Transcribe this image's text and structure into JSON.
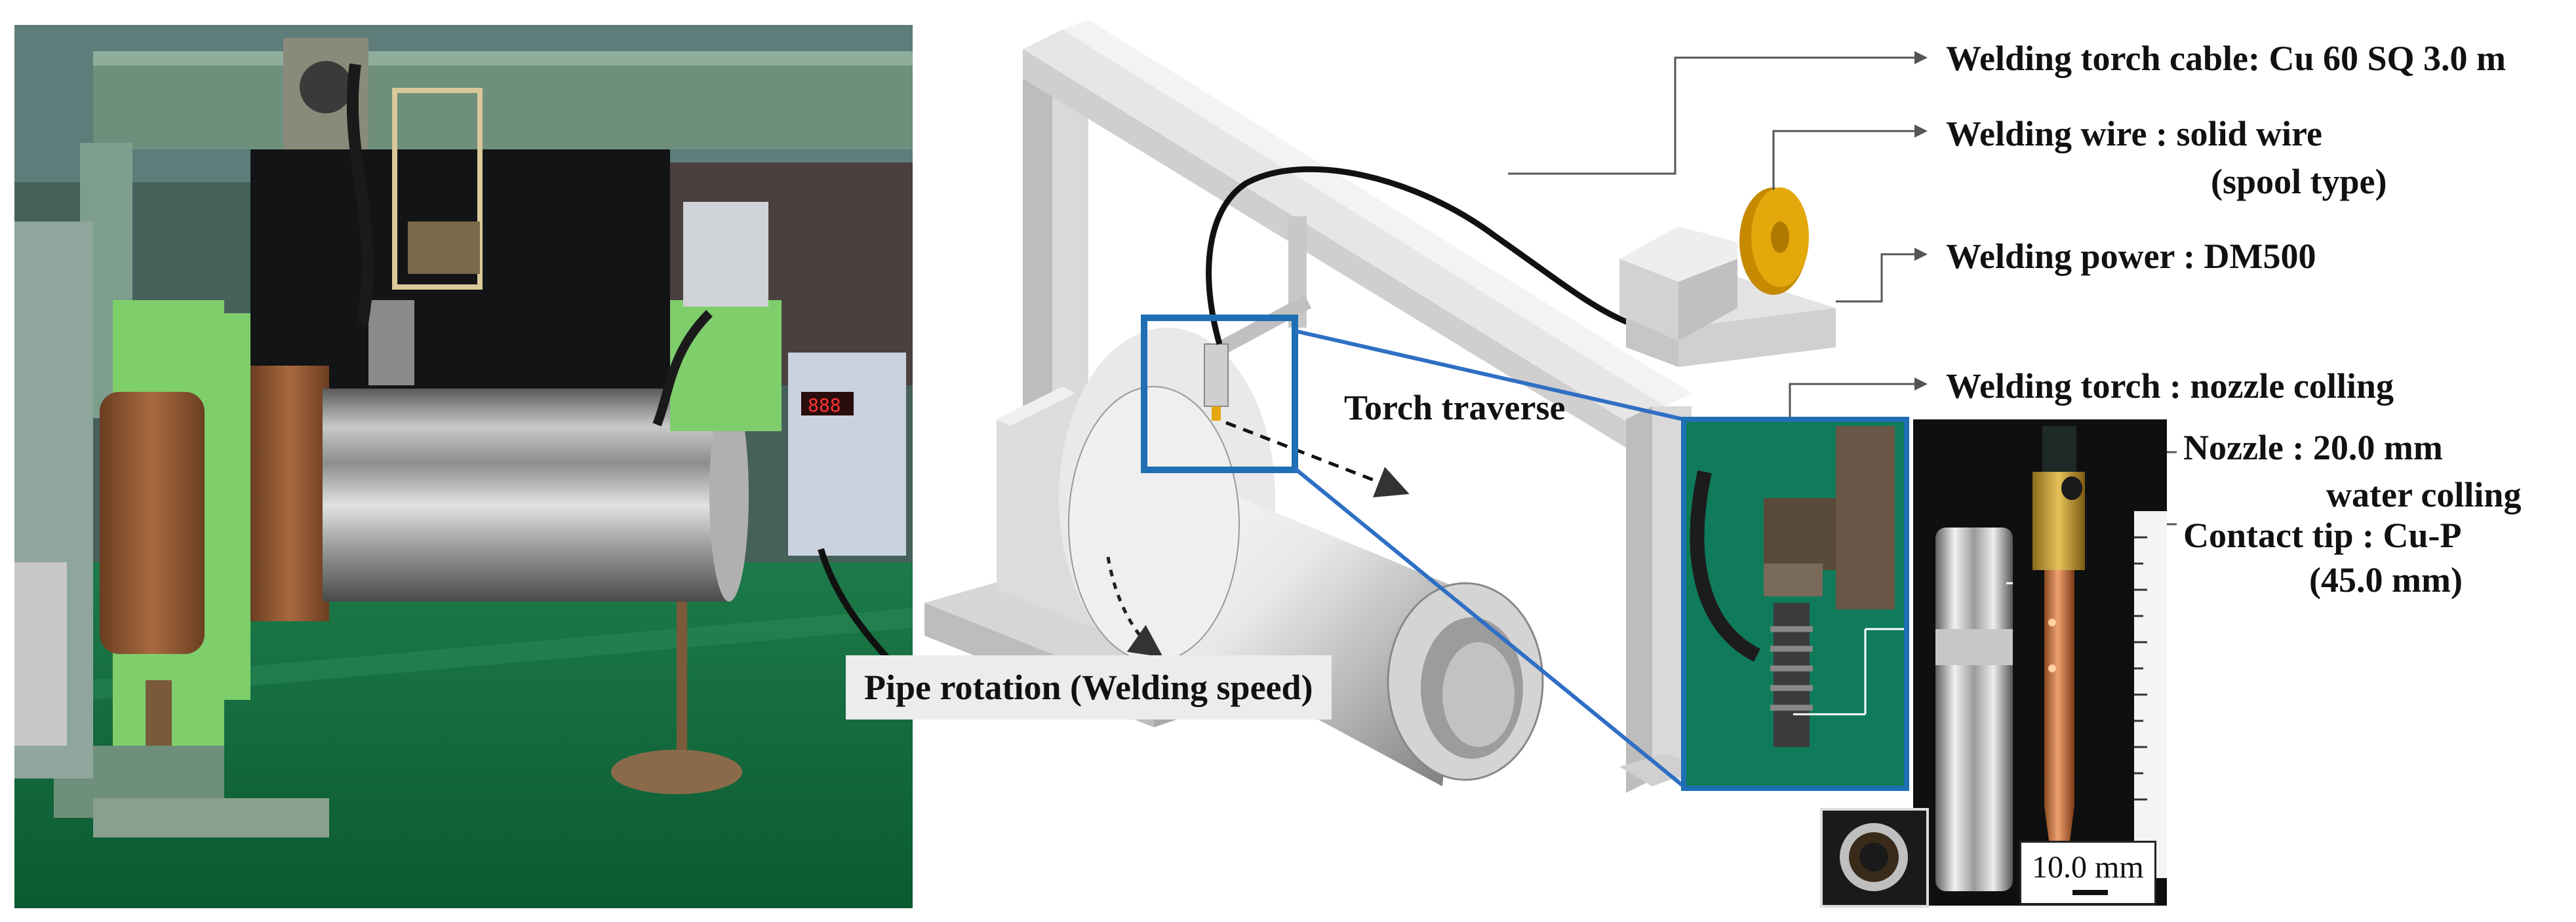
{
  "labels": {
    "cable": "Welding torch cable: Cu 60 SQ 3.0 m",
    "wire_l1": "Welding wire :  solid wire",
    "wire_l2": "(spool type)",
    "power": "Welding power :  DM500",
    "torch": "Welding torch : nozzle colling",
    "nozzle_l1": "Nozzle : 20.0 mm",
    "nozzle_l2": "water colling",
    "tip_l1": "Contact tip : Cu-P",
    "tip_l2": "(45.0 mm)",
    "torch_traverse": "Torch traverse",
    "pipe_rotation": "Pipe rotation (Welding speed)",
    "scale": "10.0 mm",
    "power_display": "888"
  },
  "colors": {
    "frame": "#d9d9d9",
    "callout_box": "#1f6fb4",
    "zoom_line": "#2f6fc4",
    "spool": "#e3a80c",
    "green_machine": "#7fce6c",
    "floor": "#0f6b3c"
  }
}
